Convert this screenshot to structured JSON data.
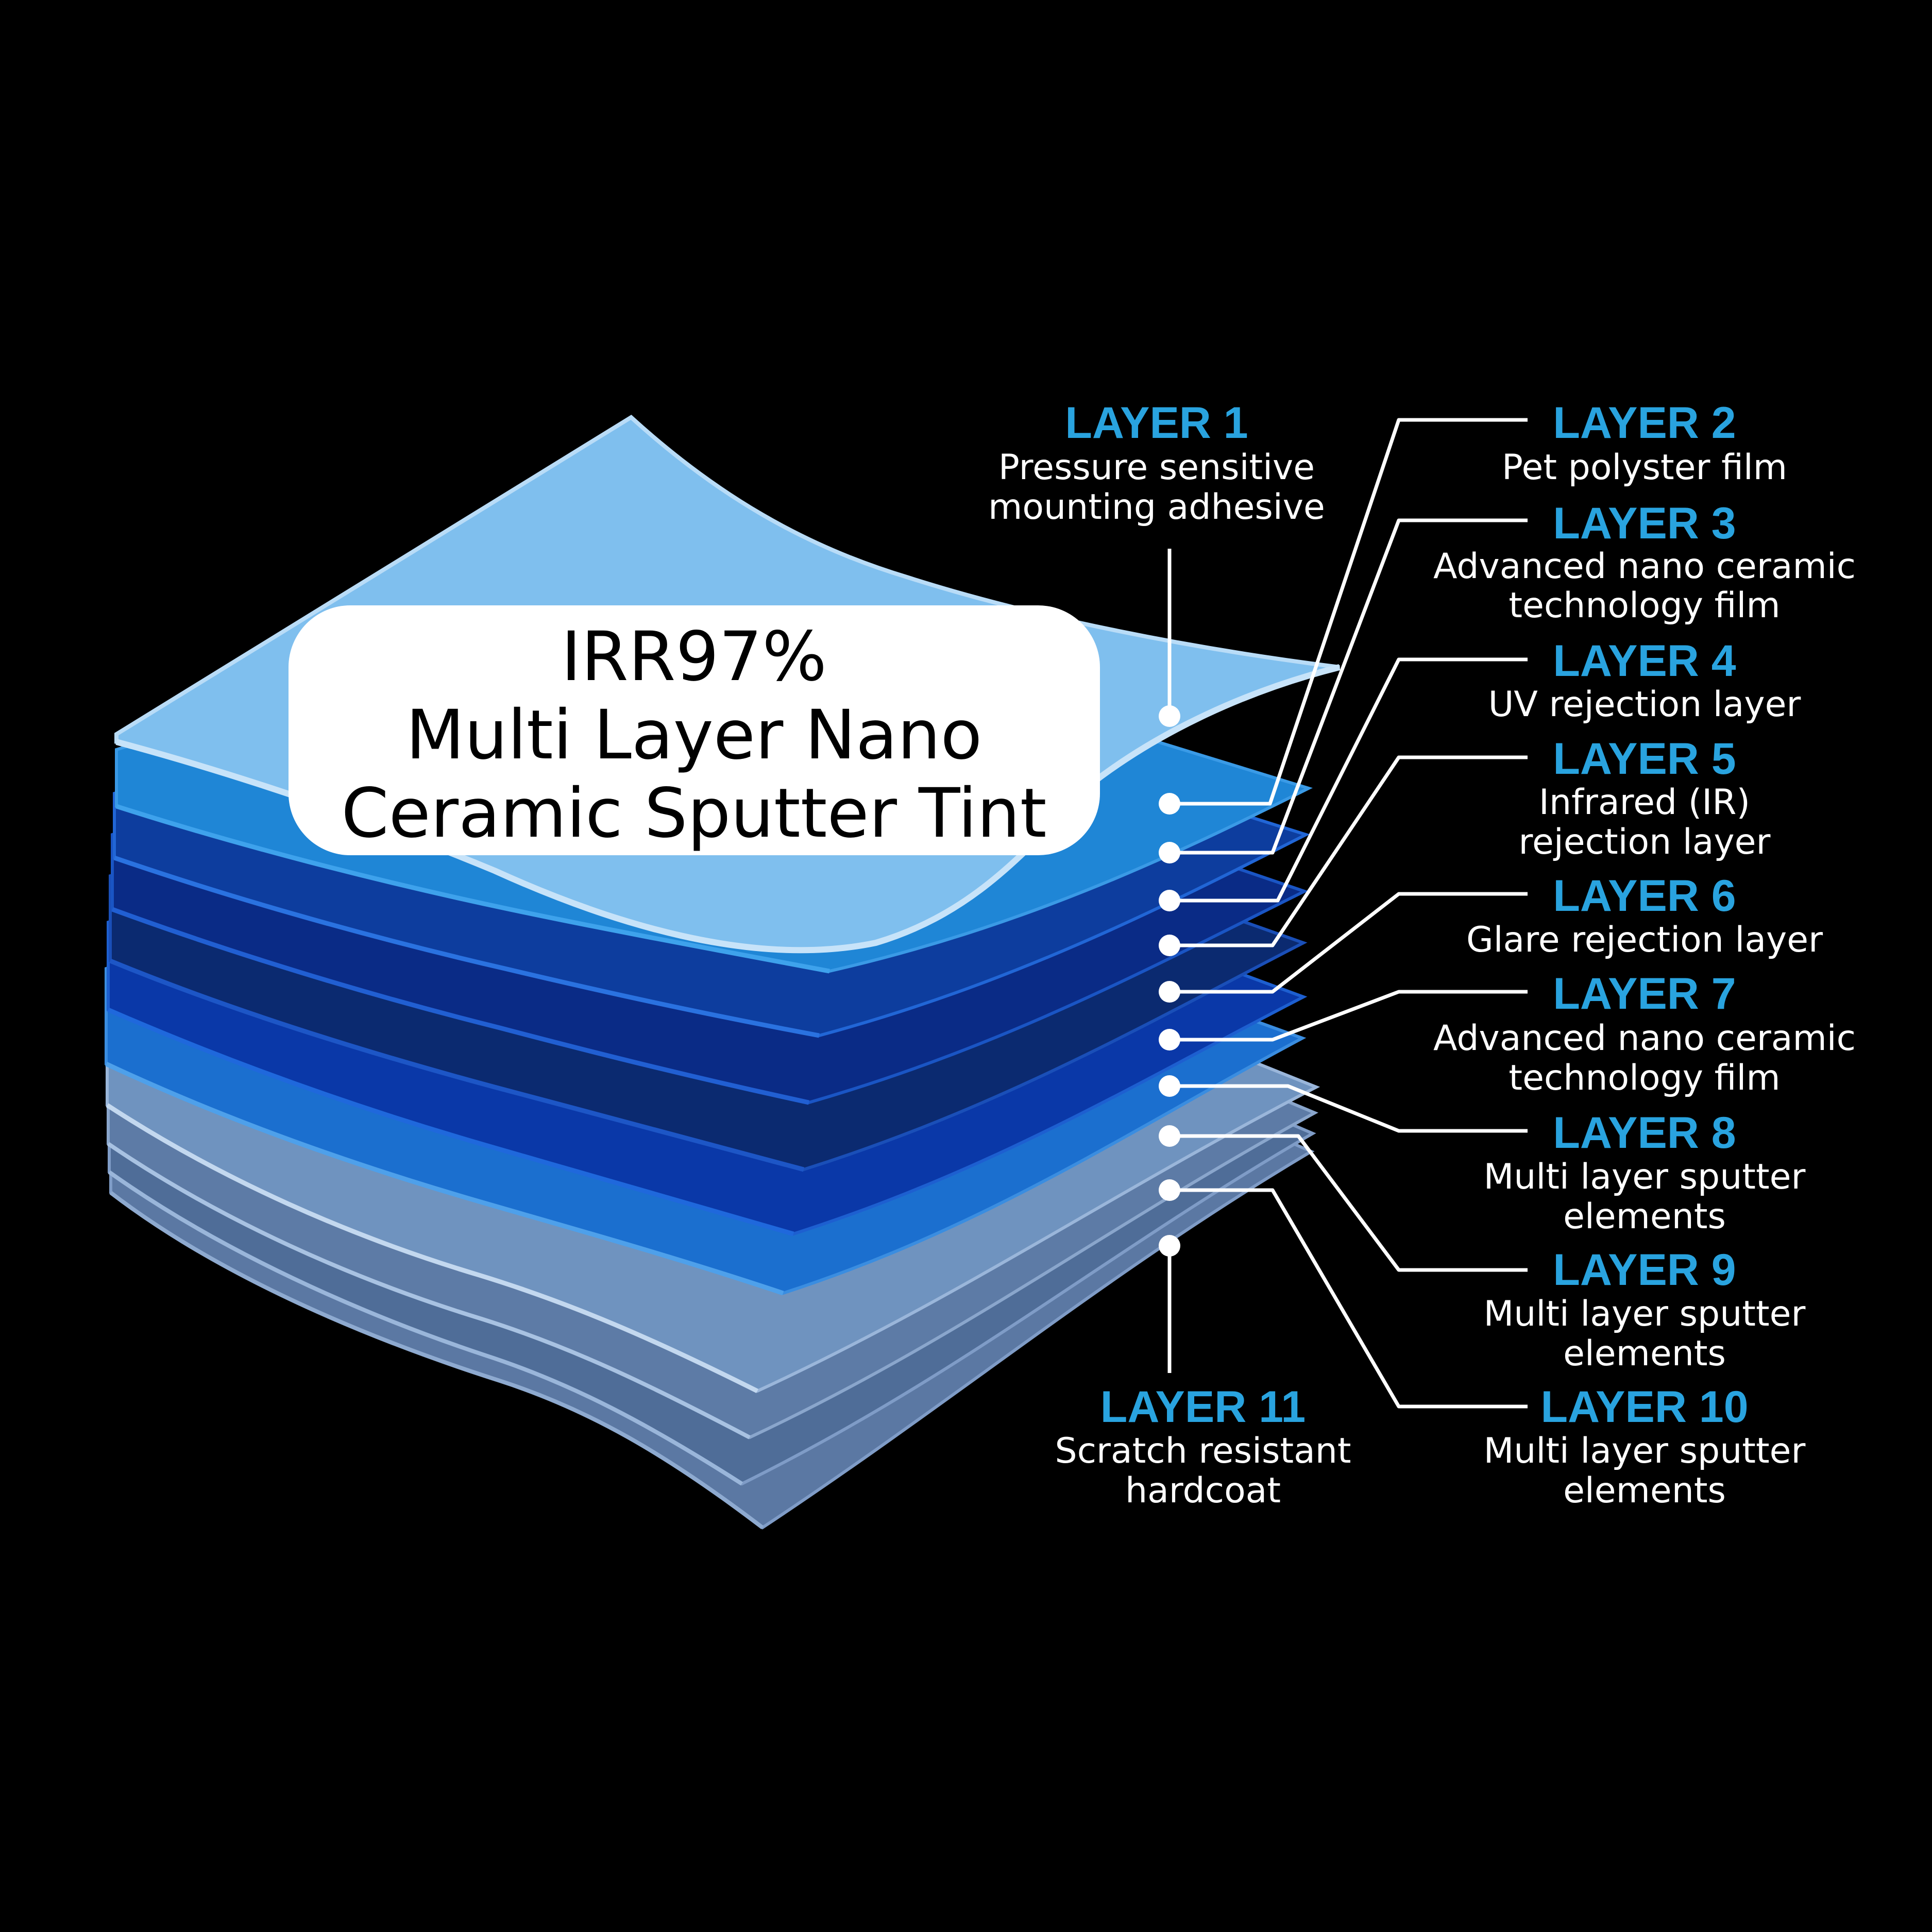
{
  "title": {
    "lines": [
      "IRR97%",
      "Multi Layer Nano",
      "Ceramic Sputter Tint"
    ]
  },
  "colors": {
    "background": "#000000",
    "heading": "#29a3df",
    "text": "#ffffff",
    "badge": "#ffffff",
    "top_sheet": "#7fbfee",
    "sheet_highlight": "#b9dcf7"
  },
  "layers": [
    {
      "heading": "LAYER 1",
      "desc": [
        "Pressure sensitive",
        "mounting adhesive"
      ],
      "color": "#7fbfee"
    },
    {
      "heading": "LAYER 2",
      "desc": [
        "Pet polyster film"
      ],
      "color": "#1f86d6"
    },
    {
      "heading": "LAYER 3",
      "desc": [
        "Advanced nano ceramic",
        "technology film"
      ],
      "color": "#0d3d9e"
    },
    {
      "heading": "LAYER 4",
      "desc": [
        "UV rejection layer"
      ],
      "color": "#0a2b86"
    },
    {
      "heading": "LAYER 5",
      "desc": [
        "Infrared (IR)",
        "rejection layer"
      ],
      "color": "#0b2a70"
    },
    {
      "heading": "LAYER 6",
      "desc": [
        "Glare rejection layer"
      ],
      "color": "#0a38a8"
    },
    {
      "heading": "LAYER 7",
      "desc": [
        "Advanced nano ceramic",
        "technology film"
      ],
      "color": "#1b6fcf"
    },
    {
      "heading": "LAYER 8",
      "desc": [
        "Multi layer sputter",
        "elements"
      ],
      "color": "#6f93bf"
    },
    {
      "heading": "LAYER 9",
      "desc": [
        "Multi layer sputter",
        "elements"
      ],
      "color": "#5d7ba6"
    },
    {
      "heading": "LAYER 10",
      "desc": [
        "Multi layer sputter",
        "elements"
      ],
      "color": "#4f6d98"
    },
    {
      "heading": "LAYER 11",
      "desc": [
        "Scratch resistant",
        "hardcoat"
      ],
      "color": "#5b78a3"
    }
  ]
}
